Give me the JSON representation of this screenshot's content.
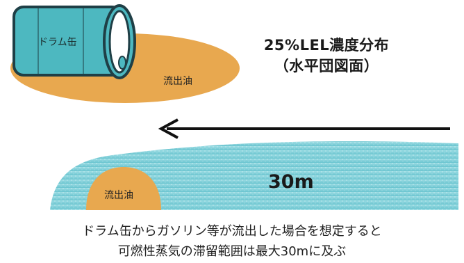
{
  "title": {
    "line1": "25%LEL濃度分布",
    "line2": "（水平団図面）"
  },
  "labels": {
    "drum": "ドラム缶",
    "spill_top": "流出油",
    "spill_bottom": "流出油",
    "distance": "30m"
  },
  "caption": {
    "line1": "ドラム缶からガソリン等が流出した場合を想定すると",
    "line2": "可燃性蒸気の滞留範囲は最大30mに及ぶ"
  },
  "colors": {
    "drum_body": "#4db8c0",
    "drum_dark": "#1f3f46",
    "spill": "#e8a84f",
    "vapor": "#7fcfd8",
    "arrow": "#111111"
  }
}
